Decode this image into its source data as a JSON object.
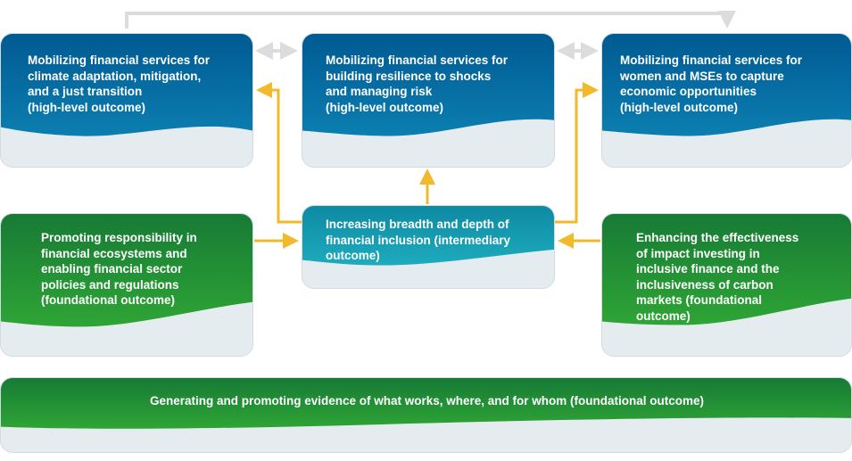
{
  "colors": {
    "blue_top": "#005a92",
    "blue_bottom": "#0c7eb0",
    "teal_top": "#0d8aa3",
    "teal_bottom": "#1eabbd",
    "green_top": "#177a35",
    "green_bottom": "#2ea535",
    "card_base": "#e5ecef",
    "arrow_yellow": "#f2b92b",
    "arrow_gray": "#dcdcdc"
  },
  "boxes": {
    "climate": "Mobilizing financial services for\nclimate adaptation, mitigation,\nand a just transition\n(high-level outcome)",
    "resilience": "Mobilizing financial services for\nbuilding resilience to shocks\nand managing risk\n(high-level outcome)",
    "women": "Mobilizing financial services for\nwomen and MSEs to capture\neconomic opportunities\n(high-level outcome)",
    "inclusion": "Increasing breadth and depth of\nfinancial inclusion (intermediary\noutcome)",
    "responsibility": "Promoting responsibility in\nfinancial ecosystems and\nenabling financial sector\npolicies and regulations\n(foundational outcome)",
    "impact": "Enhancing the effectiveness\nof impact investing in\ninclusive finance and the\ninclusiveness of carbon\nmarkets (foundational\noutcome)",
    "evidence": "Generating and promoting evidence of what works, where, and for whom  (foundational outcome)"
  }
}
